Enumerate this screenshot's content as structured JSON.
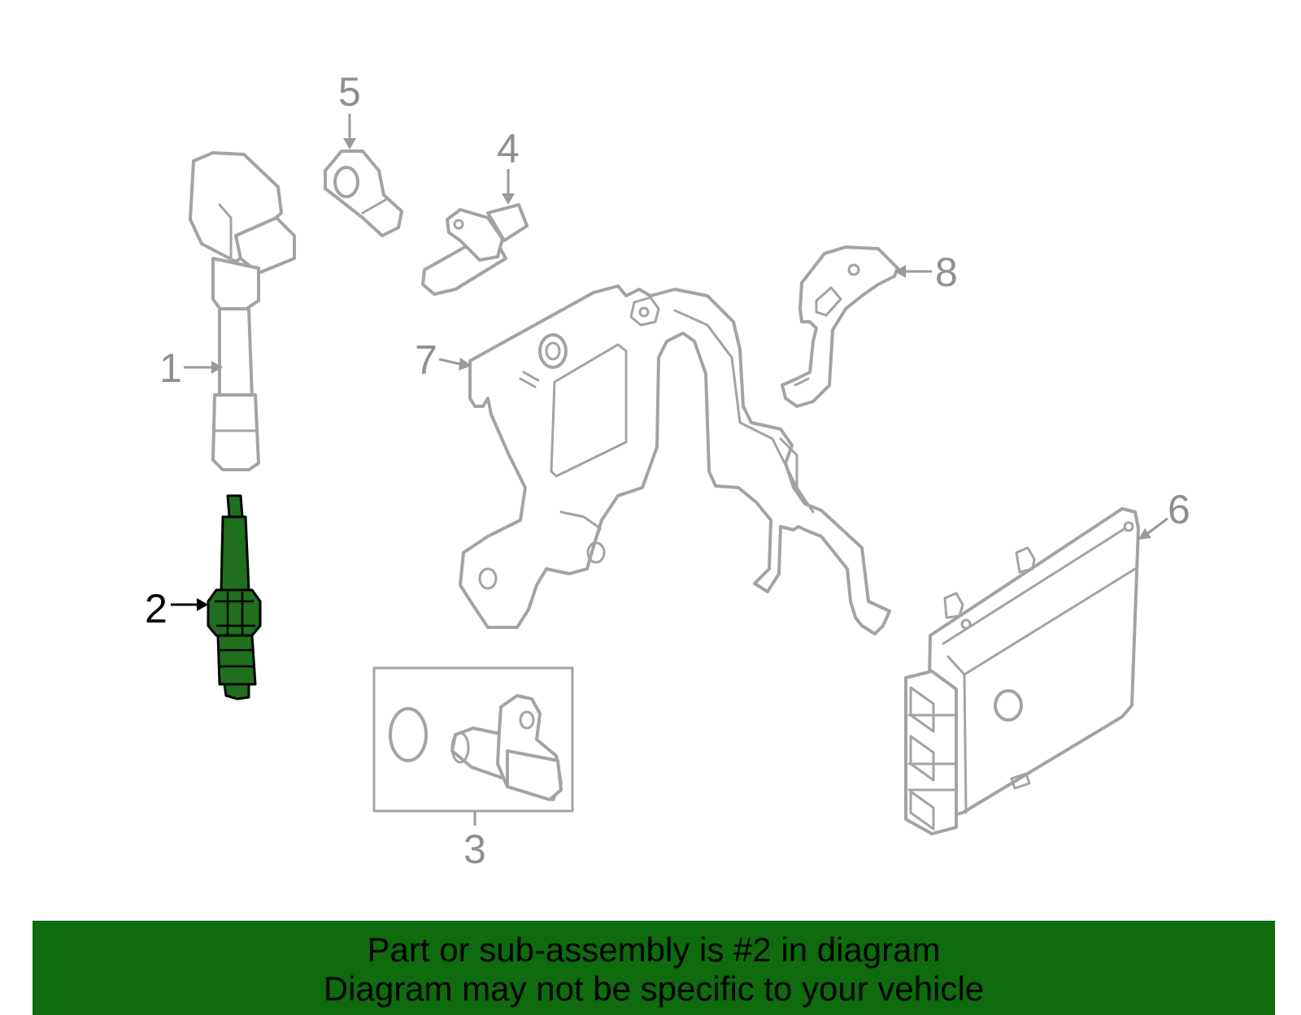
{
  "diagram": {
    "highlight_color": "#1f6f1f",
    "line_color": "#a3a3a3",
    "active_callout": "2",
    "callouts": {
      "c1": "1",
      "c2": "2",
      "c3": "3",
      "c4": "4",
      "c5": "5",
      "c6": "6",
      "c7": "7",
      "c8": "8"
    }
  },
  "banner": {
    "background": "#0e6b0e",
    "line1": "Part or sub-assembly is #2 in diagram",
    "line2": "Diagram may not be specific to your vehicle"
  }
}
